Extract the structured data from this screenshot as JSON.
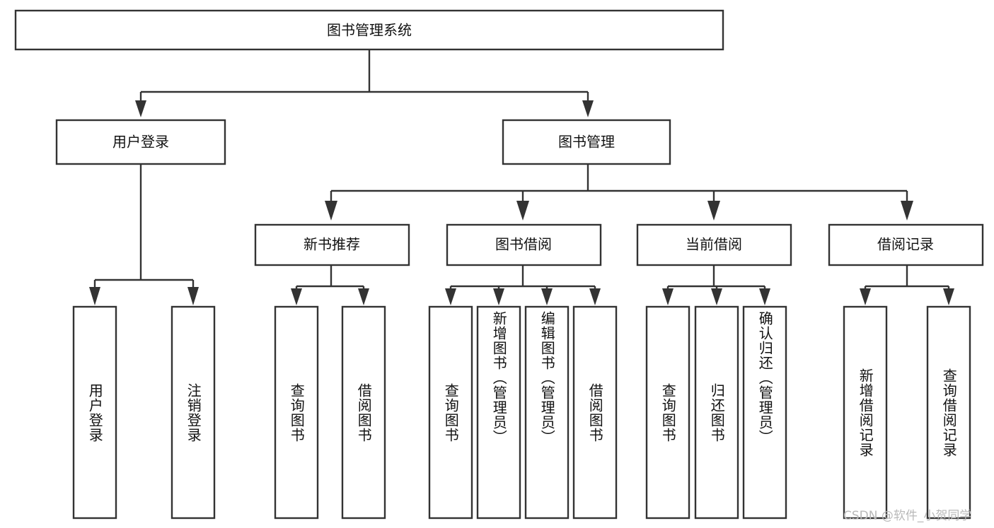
{
  "diagram": {
    "title_node": {
      "label": "图书管理系统"
    },
    "level2": [
      {
        "id": "user-login",
        "label": "用户登录"
      },
      {
        "id": "book-management",
        "label": "图书管理"
      }
    ],
    "level3": [
      {
        "id": "new-book-recommend",
        "label": "新书推荐"
      },
      {
        "id": "book-borrow",
        "label": "图书借阅"
      },
      {
        "id": "current-borrow",
        "label": "当前借阅"
      },
      {
        "id": "borrow-record",
        "label": "借阅记录"
      }
    ],
    "leaves": [
      {
        "id": "leaf-user-login",
        "label": "用户登录",
        "parent": "user-login"
      },
      {
        "id": "leaf-logout-login",
        "label": "注销登录",
        "parent": "user-login"
      },
      {
        "id": "leaf-query-book-1",
        "label": "查询图书",
        "parent": "new-book-recommend"
      },
      {
        "id": "leaf-borrow-book-1",
        "label": "借阅图书",
        "parent": "new-book-recommend"
      },
      {
        "id": "leaf-query-book-2",
        "label": "查询图书",
        "parent": "book-borrow"
      },
      {
        "id": "leaf-add-book",
        "label": "新增图书（管理员）",
        "parent": "book-borrow"
      },
      {
        "id": "leaf-edit-book",
        "label": "编辑图书（管理员）",
        "parent": "book-borrow"
      },
      {
        "id": "leaf-borrow-book-2",
        "label": "借阅图书",
        "parent": "book-borrow"
      },
      {
        "id": "leaf-query-book-3",
        "label": "查询图书",
        "parent": "current-borrow"
      },
      {
        "id": "leaf-return-book",
        "label": "归还图书",
        "parent": "current-borrow"
      },
      {
        "id": "leaf-confirm-return",
        "label": "确认归还（管理员）",
        "parent": "current-borrow"
      },
      {
        "id": "leaf-add-record",
        "label": "新增借阅记录",
        "parent": "borrow-record"
      },
      {
        "id": "leaf-query-record",
        "label": "查询借阅记录",
        "parent": "borrow-record"
      }
    ],
    "watermark": "CSDN @软件_小贺同学",
    "colors": {
      "stroke": "#333333",
      "box_fill": "#ffffff",
      "text": "#111111",
      "watermark": "#b9b9b9",
      "background": "#ffffff"
    }
  }
}
